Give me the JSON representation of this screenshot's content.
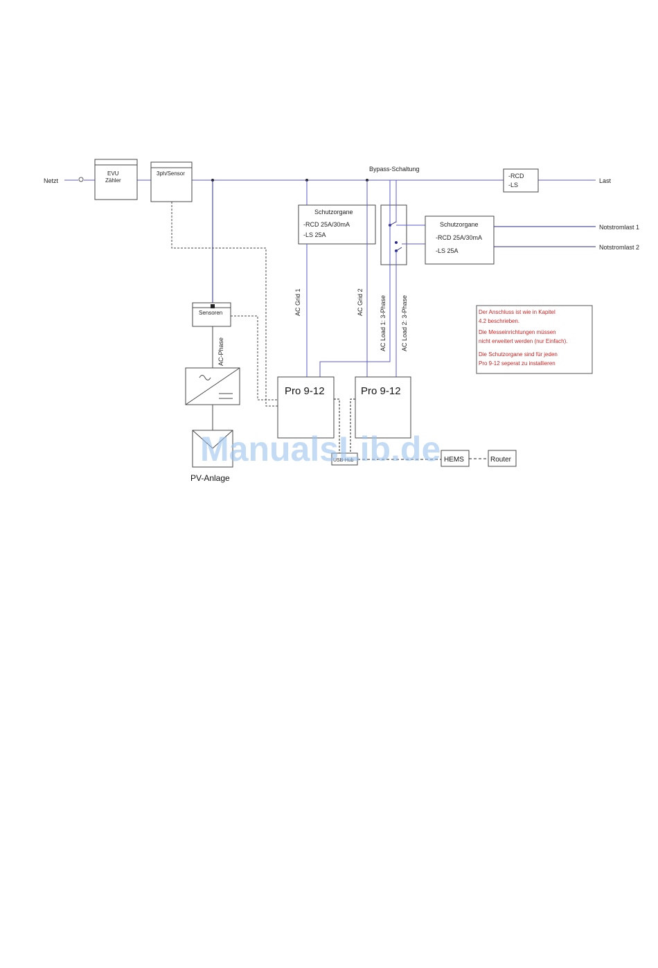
{
  "labels": {
    "netz": "Netzt",
    "last": "Last",
    "bypass": "Bypass-Schaltung",
    "evu_line1": "EVU",
    "evu_line2": "Zähler",
    "sensor_3ph": "3ph/Sensor",
    "rcd_box_line1": "-RCD",
    "rcd_box_line2": "-LS",
    "schutz1_title": "Schutzorgane",
    "schutz1_line1": "-RCD 25A/30mA",
    "schutz1_line2": "-LS 25A",
    "schutz2_title": "Schutzorgane",
    "schutz2_line1": "-RCD 25A/30mA",
    "schutz2_line2": "-LS 25A",
    "notstrom1": "Notstromlast 1",
    "notstrom2": "Notstromlast 2",
    "sensoren": "Sensoren",
    "ac_phase": "AC-Phase",
    "ac_grid1": "AC Grid 1",
    "ac_grid2": "AC Grid 2",
    "ac_load1": "AC Load 1: 3-Phase",
    "ac_load2": "AC Load 2: 3-Phase",
    "pro1": "Pro 9-12",
    "pro2": "Pro 9-12",
    "usb_hub": "USB-Hub",
    "hems": "HEMS",
    "router": "Router",
    "pv_anlage": "PV-Anlage"
  },
  "note": {
    "p1_line1": "Der Anschluss ist wie in Kapitel",
    "p1_line2": "4.2 beschrieben.",
    "p2_line1": "Die Messeinrichtungen müssen",
    "p2_line2": "nicht erweitert werden (nur Einfach).",
    "p3_line1": "Die Schutzorgane sind für jeden",
    "p3_line2": "Pro 9-12 seperat zu installieren"
  },
  "watermark": "ManualsLib.de",
  "colors": {
    "wire": "#5a5ad0",
    "black": "#222222",
    "note_red": "#cc2222"
  }
}
